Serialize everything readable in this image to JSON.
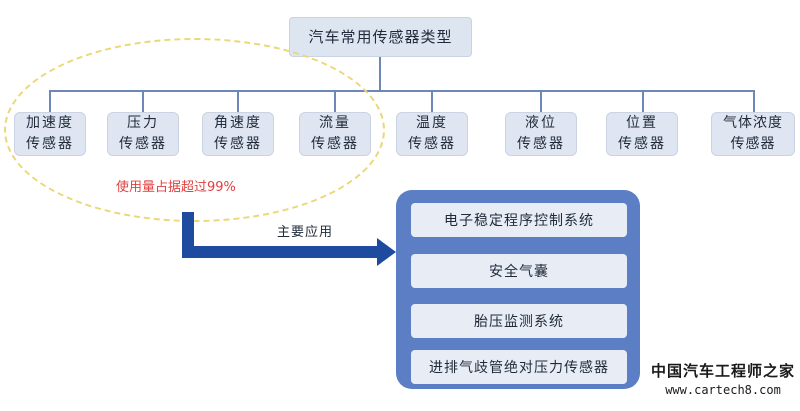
{
  "title": "汽车常用传感器类型",
  "sensors": [
    {
      "line1": "加速度",
      "line2": "传感器"
    },
    {
      "line1": "压力",
      "line2": "传感器"
    },
    {
      "line1": "角速度",
      "line2": "传感器"
    },
    {
      "line1": "流量",
      "line2": "传感器"
    },
    {
      "line1": "温度",
      "line2": "传感器"
    },
    {
      "line1": "液位",
      "line2": "传感器"
    },
    {
      "line1": "位置",
      "line2": "传感器"
    },
    {
      "line1": "气体浓度",
      "line2": "传感器"
    }
  ],
  "highlight_note": "使用量占据超过99%",
  "arrow_label": "主要应用",
  "applications": [
    "电子稳定程序控制系统",
    "安全气囊",
    "胎压监测系统",
    "进排气歧管绝对压力传感器"
  ],
  "watermark": {
    "name": "中国汽车工程师之家",
    "url": "www.cartech8.com"
  },
  "colors": {
    "box_fill": "#dfe6f1",
    "connector": "#6d87b6",
    "panel": "#5b7ec4",
    "arrow": "#1e4aa0",
    "highlight_text": "#e04040",
    "ellipse_border": "#ecd776"
  }
}
